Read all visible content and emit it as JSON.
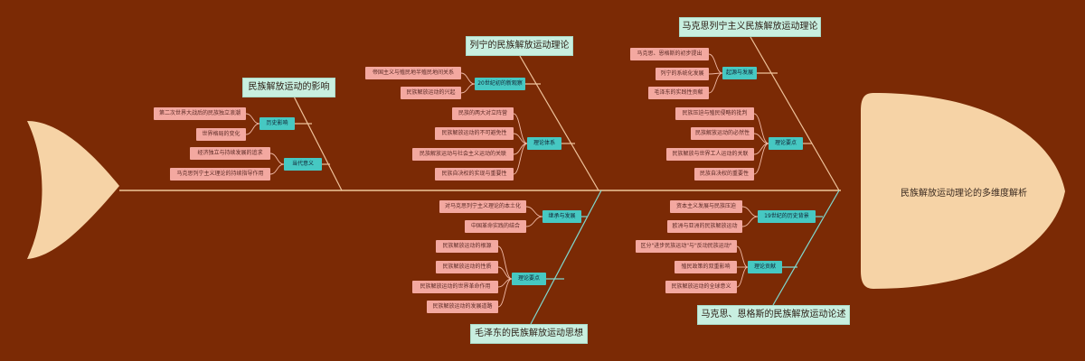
{
  "central_topic": "民族解放运动理论的多维度解析",
  "branches": [
    {
      "title": "民族解放运动的影响",
      "groups": [
        {
          "label": "历史影响",
          "items": [
            "第二次世界大战后的民族独立浪潮",
            "世界格局的变化"
          ]
        },
        {
          "label": "当代意义",
          "items": [
            "经济独立与持续发展的追求",
            "马克思列宁主义理论的持续指导作用"
          ]
        }
      ]
    },
    {
      "title": "列宁的民族解放运动理论",
      "groups": [
        {
          "label": "20世纪初的新观察",
          "items": [
            "帝国主义与殖民地半殖民地间关系",
            "民族解放运动的兴起"
          ]
        },
        {
          "label": "理论体系",
          "items": [
            "民族的两大对立阵营",
            "民族解放运动的不可避免性",
            "民族解放运动与社会主义运动的关联",
            "民族自决权的实现与重要性"
          ]
        }
      ]
    },
    {
      "title": "马克思列宁主义民族解放运动理论",
      "groups": [
        {
          "label": "起源与发展",
          "items": [
            "马克思、恩格斯的初步提出",
            "列宁的系统化发展",
            "毛泽东的实践性贡献"
          ]
        },
        {
          "label": "理论要点",
          "items": [
            "民族压迫与殖民侵略的批判",
            "民族解放运动的必然性",
            "民族解放与世界工人运动的关联",
            "民族自决权的重要性"
          ]
        }
      ]
    },
    {
      "title": "毛泽东的民族解放运动思想",
      "groups": [
        {
          "label": "继承与发展",
          "items": [
            "对马克思列宁主义理论的本土化",
            "中国革命实践的结合"
          ]
        },
        {
          "label": "理论要点",
          "items": [
            "民族解放运动的根源",
            "民族解放运动的性质",
            "民族解放运动的世界革命作用",
            "民族解放运动的发展道路"
          ]
        }
      ]
    },
    {
      "title": "马克思、恩格斯的民族解放运动论述",
      "groups": [
        {
          "label": "19世纪的历史背景",
          "items": [
            "资本主义发展与民族压迫",
            "欧洲与亚洲的民族解放运动"
          ]
        },
        {
          "label": "理论贡献",
          "items": [
            "区分\"进步民族运动\"与\"反动民族运动\"",
            "殖民政策的双重影响",
            "民族解放运动的全球意义"
          ]
        }
      ]
    }
  ]
}
